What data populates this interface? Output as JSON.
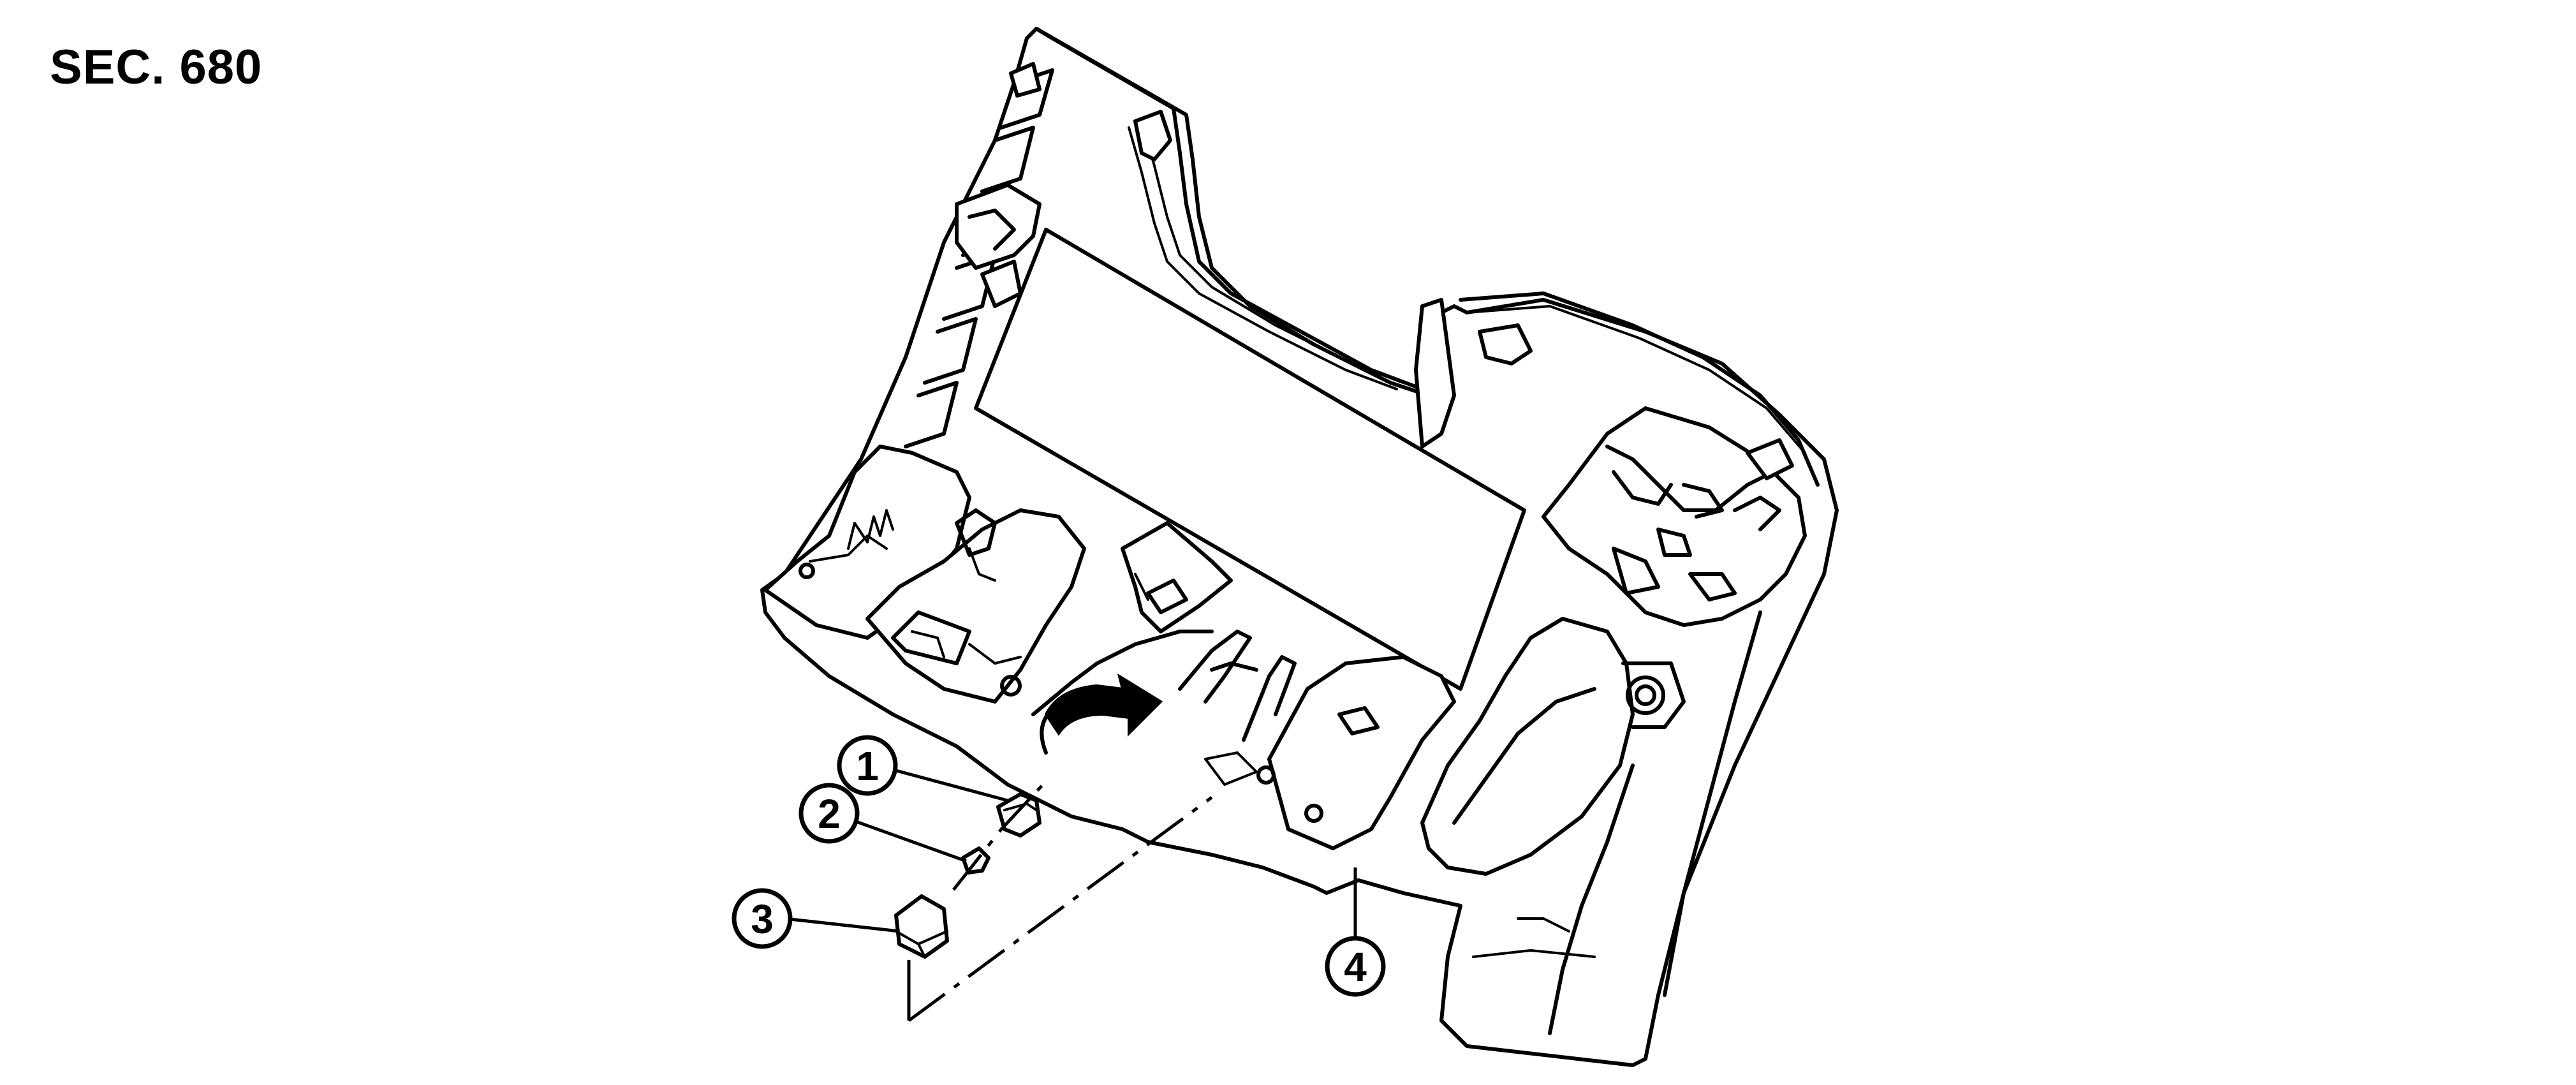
{
  "section": "SEC. 680",
  "callouts": [
    {
      "num": "1"
    },
    {
      "num": "2"
    },
    {
      "num": "3"
    },
    {
      "num": "4"
    }
  ]
}
